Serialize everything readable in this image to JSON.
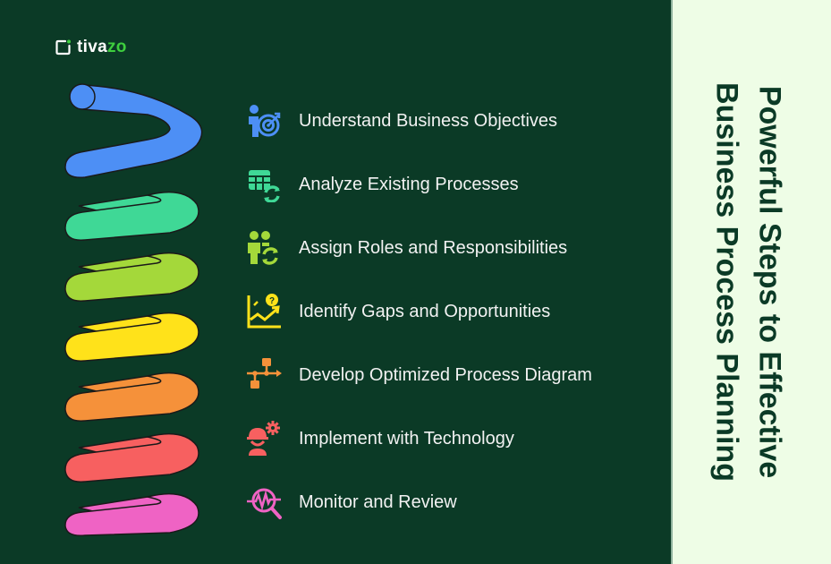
{
  "brand": {
    "name_part1": "tiva",
    "name_part2": "zo",
    "accent_color": "#3ecf3e"
  },
  "title": {
    "line1": "Powerful Steps to Effective",
    "line2": "Business Process Planning",
    "color": "#0b3a26"
  },
  "colors": {
    "background_dark": "#0b3a26",
    "background_light": "#eefde6"
  },
  "steps": [
    {
      "label": "Understand Business Objectives",
      "icon": "target-person-icon",
      "color": "#4d8ff5"
    },
    {
      "label": "Analyze Existing Processes",
      "icon": "table-refresh-icon",
      "color": "#3fd896"
    },
    {
      "label": "Assign Roles and Responsibilities",
      "icon": "people-refresh-icon",
      "color": "#a4d83a"
    },
    {
      "label": "Identify Gaps and Opportunities",
      "icon": "chart-question-icon",
      "color": "#ffe21a"
    },
    {
      "label": "Develop Optimized Process Diagram",
      "icon": "flowchart-icon",
      "color": "#f5913a"
    },
    {
      "label": "Implement with Technology",
      "icon": "engineer-gear-icon",
      "color": "#f76060"
    },
    {
      "label": "Monitor and Review",
      "icon": "pulse-magnifier-icon",
      "color": "#ef63c4"
    }
  ]
}
